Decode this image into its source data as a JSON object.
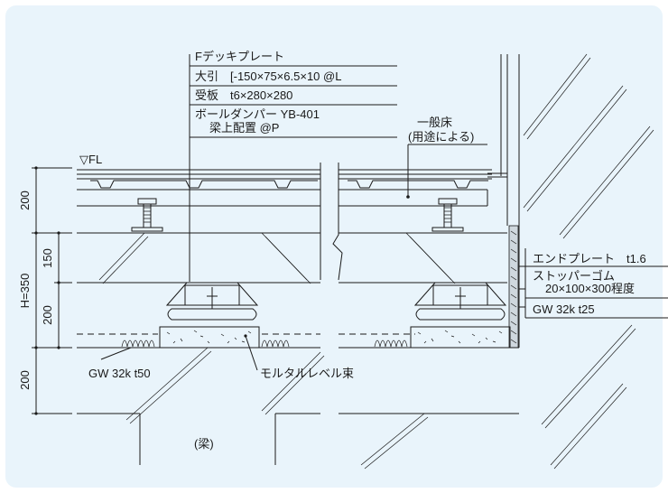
{
  "callouts": {
    "deck_plate": "Fデッキプレート",
    "main_beam": "大引　[-150×75×6.5×10 @L",
    "receiving_plate": "受板　t6×280×280",
    "ball_damper_1": "ボールダンパー YB-401",
    "ball_damper_2": "梁上配置 @P",
    "general_floor_1": "一般床",
    "general_floor_2": "(用途による)",
    "end_plate": "エンドプレート　t1.6",
    "stopper_rubber_1": "ストッパーゴム",
    "stopper_rubber_2": "20×100×300程度",
    "gw_t25": "GW 32k t25",
    "gw_t50": "GW 32k t50",
    "mortar_level": "モルタルレベル束",
    "beam": "(梁)",
    "fl": "▽FL"
  },
  "dimensions": {
    "d_top": "200",
    "d_150": "150",
    "d_200_mid": "200",
    "h_total": "H=350",
    "d_bottom": "200"
  },
  "colors": {
    "panel_bg": "#e9f4fb",
    "line": "#1a1a1a",
    "fill_light": "#f3f8fb"
  }
}
